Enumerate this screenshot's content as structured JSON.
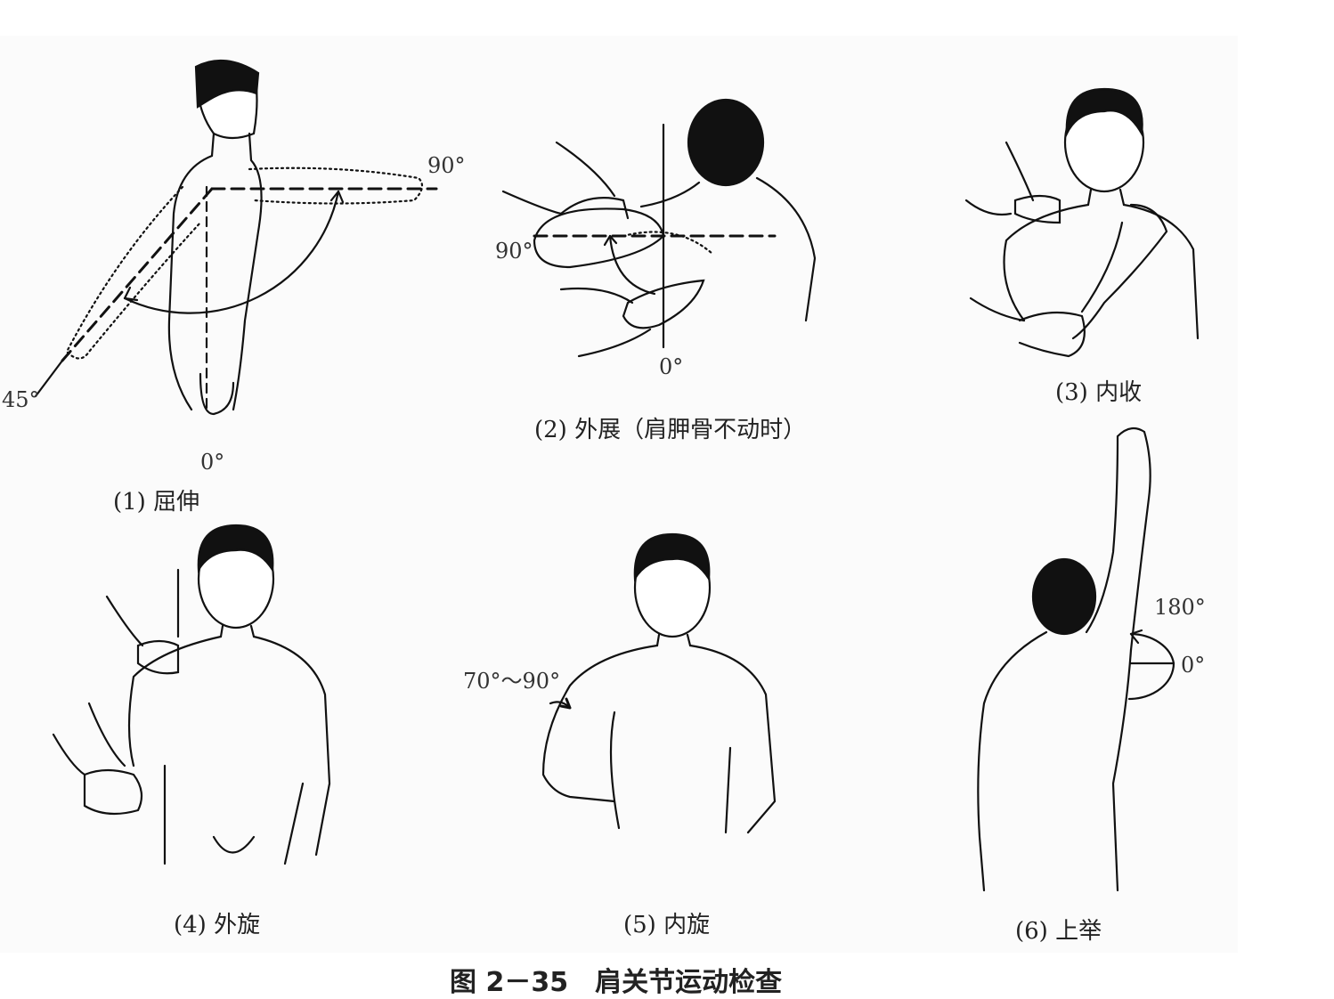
{
  "figure": {
    "caption": "图 2－35　肩关节运动检查",
    "panels": [
      {
        "label": "(1) 屈伸",
        "angles": [
          "90°",
          "45°",
          "0°"
        ]
      },
      {
        "label": "(2) 外展（肩胛骨不动时）",
        "angles": [
          "90°",
          "0°"
        ]
      },
      {
        "label": "(3) 内收",
        "angles": []
      },
      {
        "label": "(4) 外旋",
        "angles": []
      },
      {
        "label": "(5) 内旋",
        "angles": [
          "70°～90°"
        ]
      },
      {
        "label": "(6) 上举",
        "angles": [
          "180°",
          "0°"
        ]
      }
    ]
  }
}
